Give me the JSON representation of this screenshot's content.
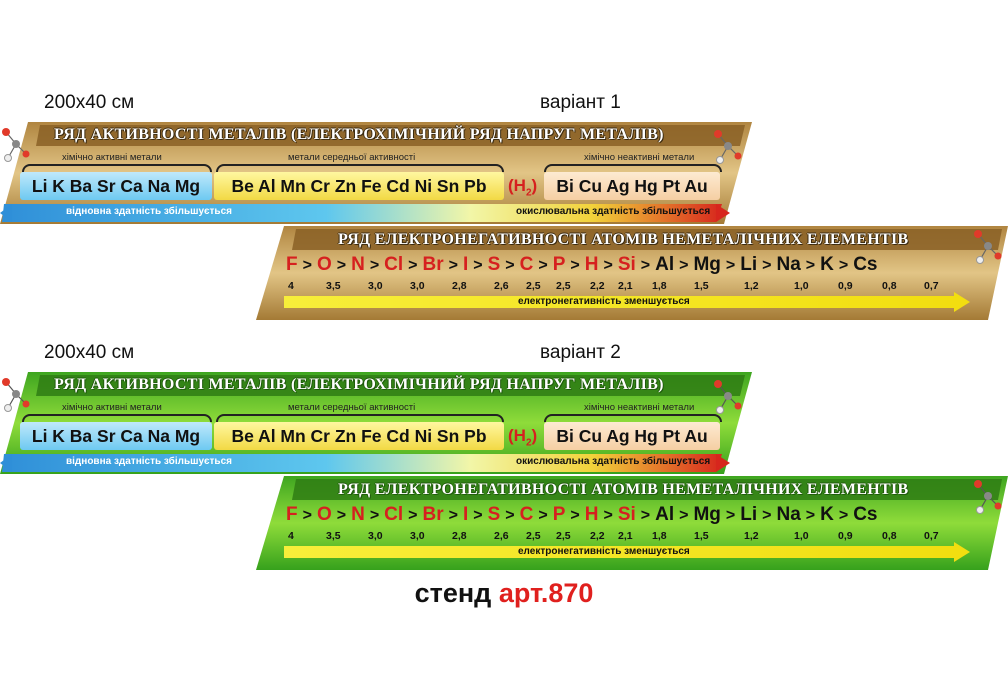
{
  "variant1": {
    "size_label": "200x40 см",
    "variant_label": "варіант 1",
    "metals": {
      "title": "РЯД АКТИВНОСТІ МЕТАЛІВ (ЕЛЕКТРОХІМІЧНИЙ РЯД НАПРУГ МЕТАЛІВ)",
      "group_active": "хімічно активні метали",
      "group_medium": "метали середньої активності",
      "group_inactive": "хімічно неактивні метали",
      "row_active": "Li K Ba Sr Ca Na Mg",
      "row_medium": "Be Al Mn Cr Zn Fe Cd Ni Sn Pb",
      "hydrogen": "H",
      "hydrogen_sub": "2",
      "row_inactive": "Bi Cu Ag Hg Pt Au",
      "left_arrow": "відновна здатність збільшується",
      "right_arrow": "окислювальна здатність збільшується"
    },
    "electro": {
      "title": "РЯД ЕЛЕКТРОНЕГАТИВНОСТІ АТОМІВ НЕМЕТАЛІЧНИХ ЕЛЕМЕНТІВ",
      "arrow": "електронегативність зменшується"
    }
  },
  "variant2": {
    "size_label": "200x40 см",
    "variant_label": "варіант 2",
    "metals": {
      "title": "РЯД АКТИВНОСТІ МЕТАЛІВ (ЕЛЕКТРОХІМІЧНИЙ РЯД НАПРУГ МЕТАЛІВ)",
      "group_active": "хімічно активні метали",
      "group_medium": "метали середньої активності",
      "group_inactive": "хімічно неактивні метали",
      "row_active": "Li K Ba Sr Ca Na Mg",
      "row_medium": "Be Al Mn Cr Zn Fe Cd Ni Sn Pb",
      "hydrogen": "H",
      "hydrogen_sub": "2",
      "row_inactive": "Bi Cu Ag Hg Pt Au",
      "left_arrow": "відновна здатність збільшується",
      "right_arrow": "окислювальна здатність збільшується"
    },
    "electro": {
      "title": "РЯД ЕЛЕКТРОНЕГАТИВНОСТІ АТОМІВ НЕМЕТАЛІЧНИХ ЕЛЕМЕНТІВ",
      "arrow": "електронегативність зменшується"
    }
  },
  "elements": [
    {
      "sym": "F",
      "val": "4",
      "red": true
    },
    {
      "sym": "O",
      "val": "3,5",
      "red": true
    },
    {
      "sym": "N",
      "val": "3,0",
      "red": true
    },
    {
      "sym": "Cl",
      "val": "3,0",
      "red": true
    },
    {
      "sym": "Br",
      "val": "2,8",
      "red": true
    },
    {
      "sym": "I",
      "val": "2,6",
      "red": true
    },
    {
      "sym": "S",
      "val": "2,5",
      "red": true
    },
    {
      "sym": "C",
      "val": "2,5",
      "red": true
    },
    {
      "sym": "P",
      "val": "2,2",
      "red": true
    },
    {
      "sym": "H",
      "val": "2,1",
      "red": true
    },
    {
      "sym": "Si",
      "val": "1,8",
      "red": true
    },
    {
      "sym": "Al",
      "val": "1,5",
      "red": false
    },
    {
      "sym": "Mg",
      "val": "1,2",
      "red": false
    },
    {
      "sym": "Li",
      "val": "1,0",
      "red": false
    },
    {
      "sym": "Na",
      "val": "0,9",
      "red": false
    },
    {
      "sym": "K",
      "val": "0,8",
      "red": false
    },
    {
      "sym": "Cs",
      "val": "0,7",
      "red": false
    }
  ],
  "footer": {
    "label": "стенд",
    "article": "арт.870",
    "article_color": "#e0201e"
  },
  "colors": {
    "gold": "#c8a25a",
    "green": "#4cbb2a",
    "red_symbol": "#d6201f",
    "yellow_arrow": "#f4e313",
    "blue_arrow": "#3aa7e6"
  }
}
